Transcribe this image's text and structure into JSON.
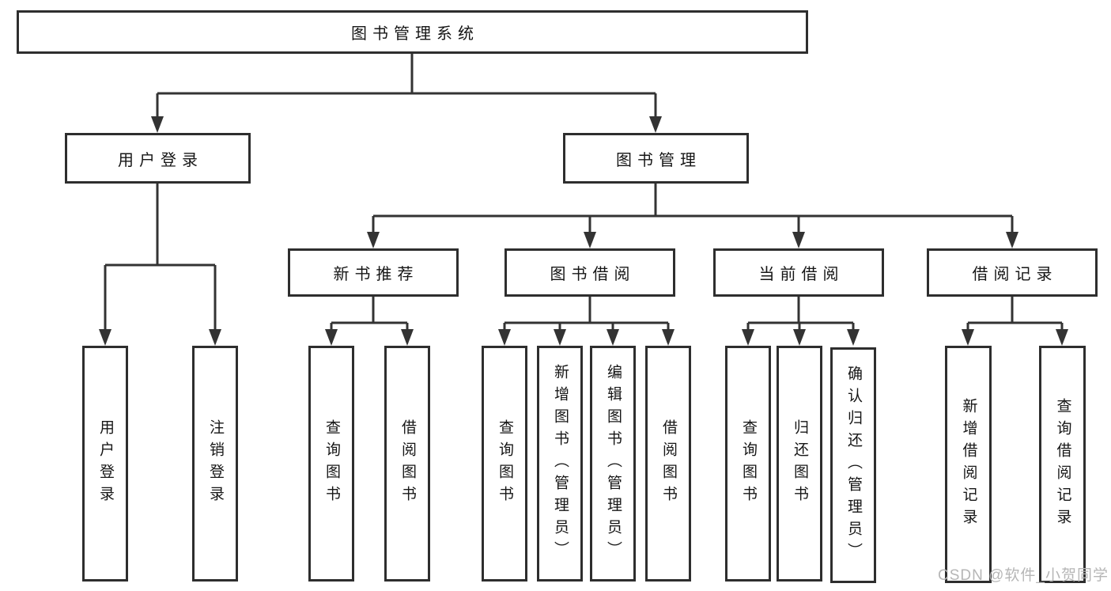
{
  "tree": {
    "root": "图书管理系统",
    "branches": [
      {
        "label": "用户登录",
        "children": [
          "用户登录",
          "注销登录"
        ]
      },
      {
        "label": "图书管理",
        "groups": [
          {
            "label": "新书推荐",
            "children": [
              "查询图书",
              "借阅图书"
            ]
          },
          {
            "label": "图书借阅",
            "children": [
              "查询图书",
              "新增图书（管理员）",
              "编辑图书（管理员）",
              "借阅图书"
            ]
          },
          {
            "label": "当前借阅",
            "children": [
              "查询图书",
              "归还图书",
              "确认归还（管理员）"
            ]
          },
          {
            "label": "借阅记录",
            "children": [
              "新增借阅记录",
              "查询借阅记录"
            ]
          }
        ]
      }
    ]
  },
  "watermark": "CSDN @软件_小贺同学",
  "colors": {
    "line": "#333333",
    "border": "#2e2e2e",
    "text": "#161616",
    "watermark": "#b6b6b6",
    "background": "#ffffff"
  }
}
